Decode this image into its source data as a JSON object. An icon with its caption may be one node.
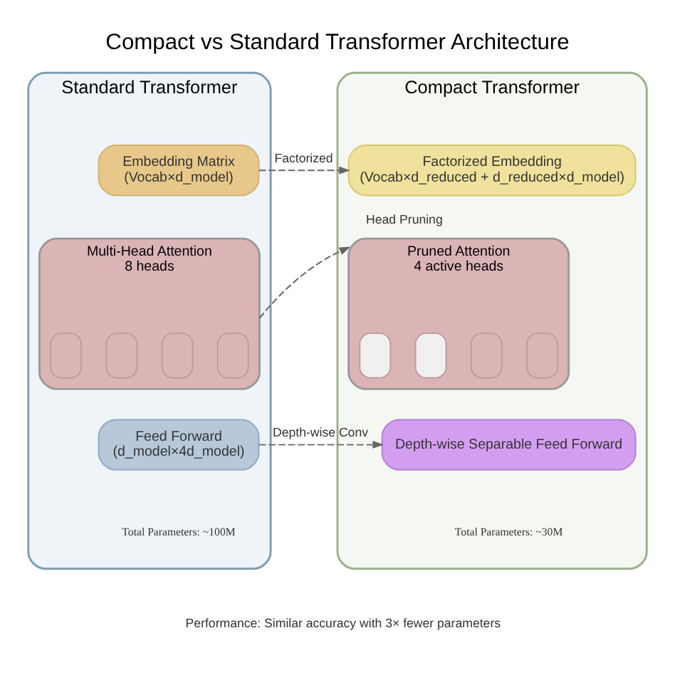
{
  "diagram": {
    "title": "Compact vs Standard Transformer Architecture",
    "nodes": [
      {
        "text": [
          "Standard Transformer"
        ]
      },
      {
        "text": [
          "Embedding Matrix",
          "(Vocab×d_model)"
        ],
        "in": 0
      },
      {
        "text": [
          "Multi-Head Attention",
          "8 heads"
        ],
        "in": 0
      },
      {
        "text": [],
        "shape": "box",
        "in": 2
      },
      {
        "text": [],
        "shape": "box",
        "in": 2
      },
      {
        "text": [],
        "shape": "box",
        "in": 2
      },
      {
        "text": [],
        "shape": "box",
        "in": 2
      },
      {
        "text": [
          "Feed Forward",
          "(d_model×4d_model)"
        ],
        "in": 0
      },
      {
        "text": [
          "Compact Transformer"
        ]
      },
      {
        "text": [
          "Factorized Embedding",
          "(Vocab×d_reduced + d_reduced×d_model)"
        ],
        "in": 8
      },
      {
        "text": [
          "Pruned Attention",
          "4 active heads"
        ],
        "in": 8
      },
      {
        "text": [],
        "shape": "box",
        "in": 10
      },
      {
        "text": [],
        "shape": "box",
        "in": 10
      },
      {
        "text": [],
        "shape": "box",
        "in": 10
      },
      {
        "text": [],
        "shape": "box",
        "in": 10
      },
      {
        "text": [
          "Depth-wise Separable Feed Forward"
        ],
        "in": 8
      }
    ],
    "edges": [
      {
        "from": 1,
        "to": 9,
        "arrow": "to",
        "label": "Factorized",
        "style": "dashed"
      },
      {
        "from": 2,
        "to": 10,
        "arrow": "to",
        "label": "Head Pruning",
        "style": "dashed"
      },
      {
        "from": 7,
        "to": 15,
        "arrow": "to",
        "label": "Depth-wise Conv",
        "style": "dashed"
      }
    ],
    "labels": [
      "Total Parameters: ~100M",
      "Total Parameters: ~30M",
      "Performance: Similar accuracy with 3× fewer parameters"
    ]
  }
}
